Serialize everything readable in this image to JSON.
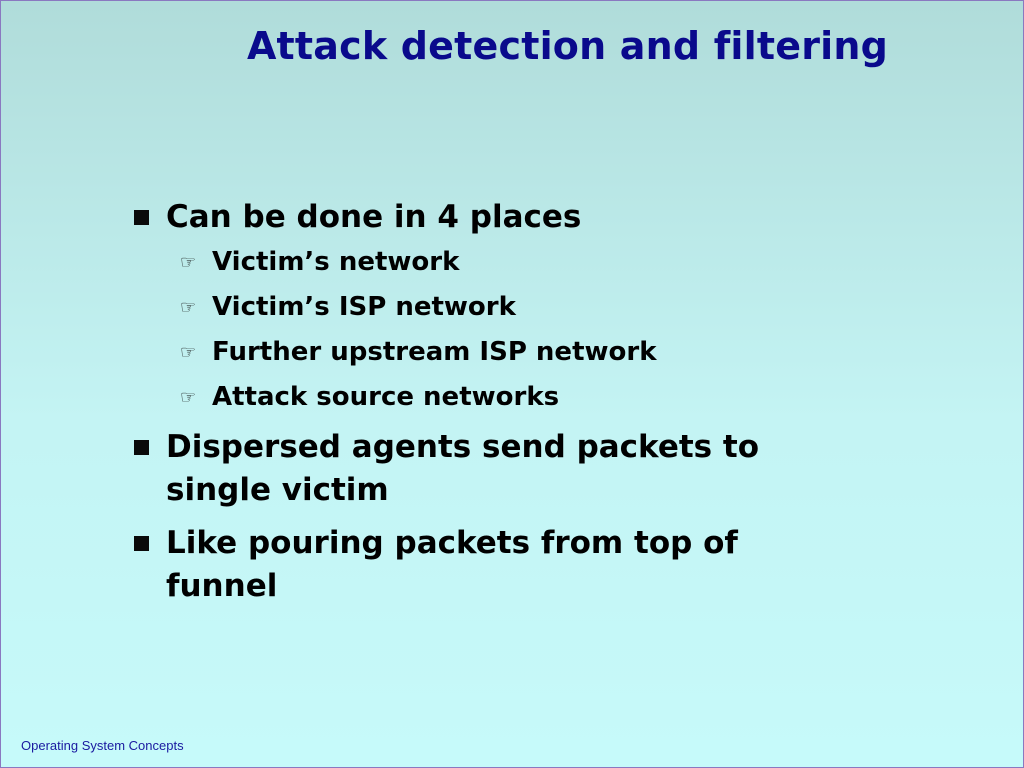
{
  "slide": {
    "title": "Attack detection and filtering",
    "bullets": [
      {
        "text": "Can be done in 4 places",
        "subitems": [
          "Victim’s network",
          "Victim’s ISP network",
          "Further upstream ISP network",
          "Attack source networks"
        ]
      },
      {
        "line1": "Dispersed agents send packets to",
        "line2": "single victim"
      },
      {
        "line1": "Like pouring packets from top of",
        "line2": "funnel"
      }
    ],
    "bullet_icon": "square-bullet-icon",
    "subbullet_icon": "pointing-hand-icon",
    "footer": "Operating System Concepts"
  },
  "colors": {
    "title": "#0a0a8c",
    "text": "#000000",
    "footer": "#1a1aa0",
    "background_top": "#b0dcda",
    "background_bottom": "#c6fafa"
  }
}
